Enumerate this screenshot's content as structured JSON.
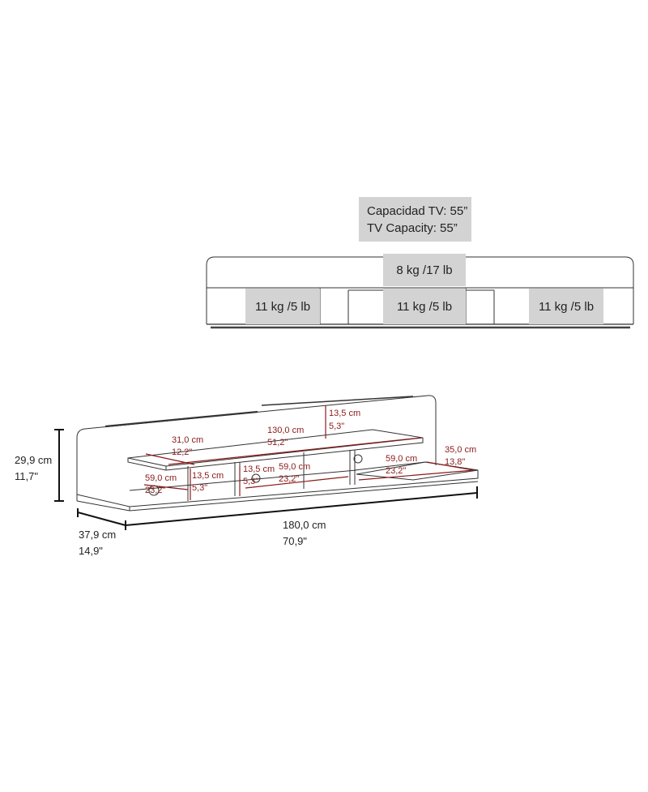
{
  "front_view": {
    "tv_capacity": {
      "es": "Capacidad TV: 55”",
      "en": "TV Capacity: 55”"
    },
    "top_shelf_load": "8 kg /17 lb",
    "lower_loads": [
      "11 kg /5 lb",
      "11 kg /5 lb",
      "11 kg /5 lb"
    ]
  },
  "dimensions": {
    "height": {
      "cm": "29,9 cm",
      "in": "11,7\""
    },
    "depth": {
      "cm": "37,9 cm",
      "in": "14,9\""
    },
    "width": {
      "cm": "180,0 cm",
      "in": "70,9\""
    },
    "top_shelf_width": {
      "cm": "130,0 cm",
      "in": "51,2\""
    },
    "top_shelf_depth": {
      "cm": "31,0 cm",
      "in": "12,2\""
    },
    "backboard_gap": {
      "cm": "13,5 cm",
      "in": "5,3\""
    },
    "right_shelf_depth": {
      "cm": "35,0 cm",
      "in": "13,8\""
    },
    "compartment_left_width": {
      "cm": "59,0 cm",
      "in": "23,2\""
    },
    "compartment_left_height": {
      "cm": "13,5 cm",
      "in": "5,3\""
    },
    "compartment_center_height": {
      "cm": "13,5 cm",
      "in": "5,3\""
    },
    "compartment_center_width": {
      "cm": "59,0 cm",
      "in": "23,2\""
    },
    "compartment_right_width": {
      "cm": "59,0 cm",
      "in": "23,2\""
    }
  }
}
